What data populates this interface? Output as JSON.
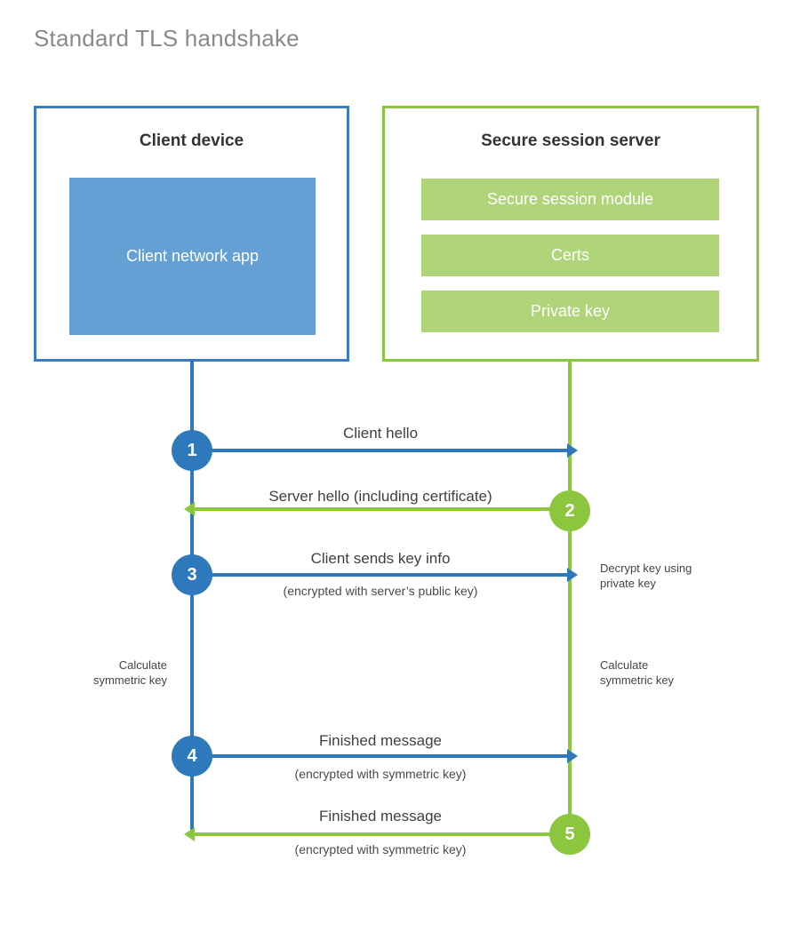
{
  "page": {
    "title": "Standard TLS handshake",
    "background": "#ffffff"
  },
  "colors": {
    "client_accent": "#2e78bc",
    "client_border": "#3a7cbe",
    "client_fill": "#64a0d4",
    "server_accent": "#8cc63e",
    "server_fill": "#afd47a",
    "text": "#404040",
    "title_text": "#8a8a8a"
  },
  "client_panel": {
    "title": "Client device",
    "app_label": "Client network app"
  },
  "server_panel": {
    "title": "Secure session server",
    "items": [
      {
        "label": "Secure session module"
      },
      {
        "label": "Certs"
      },
      {
        "label": "Private key"
      }
    ]
  },
  "steps": [
    {
      "number": "1",
      "side": "client",
      "direction": "right",
      "label": "Client hello",
      "sub": ""
    },
    {
      "number": "2",
      "side": "server",
      "direction": "left",
      "label": "Server hello (including certificate)",
      "sub": ""
    },
    {
      "number": "3",
      "side": "client",
      "direction": "right",
      "label": "Client sends key info",
      "sub": "(encrypted with server’s public key)"
    },
    {
      "number": "4",
      "side": "client",
      "direction": "right",
      "label": "Finished message",
      "sub": "(encrypted with symmetric key)"
    },
    {
      "number": "5",
      "side": "server",
      "direction": "left",
      "label": "Finished message",
      "sub": "(encrypted with symmetric key)"
    }
  ],
  "notes": {
    "decrypt_key": "Decrypt key using\nprivate key",
    "decrypt_key_line1": "Decrypt key using",
    "decrypt_key_line2": "private key",
    "calc_left_line1": "Calculate",
    "calc_left_line2": "symmetric key",
    "calc_right_line1": "Calculate",
    "calc_right_line2": "symmetric key"
  }
}
